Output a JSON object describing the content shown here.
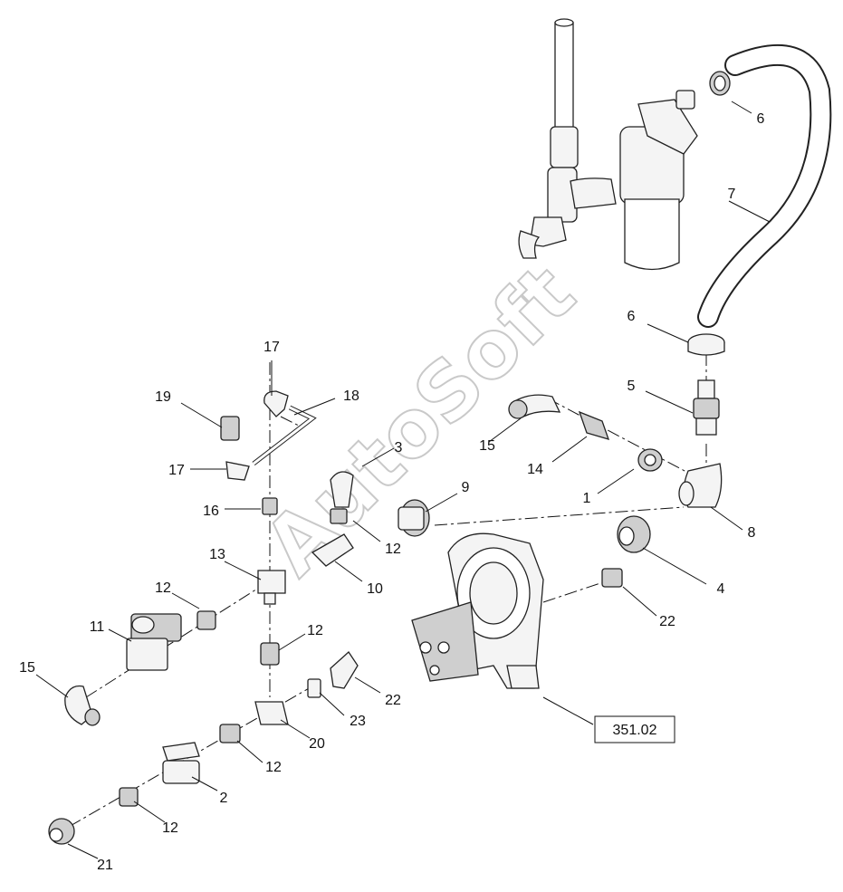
{
  "watermark": "AutoSoft",
  "reference_box": "351.02",
  "callouts": {
    "c6a": "6",
    "c7": "7",
    "c6b": "6",
    "c5": "5",
    "c17a": "17",
    "c18": "18",
    "c19": "19",
    "c3": "3",
    "c15a": "15",
    "c14": "14",
    "c17b": "17",
    "c9": "9",
    "c1": "1",
    "c8": "8",
    "c16": "16",
    "c12a": "12",
    "c13": "13",
    "c10": "10",
    "c4": "4",
    "c12b": "12",
    "c22a": "22",
    "c11": "11",
    "c12c": "12",
    "c15b": "15",
    "c22b": "22",
    "c23": "23",
    "c20": "20",
    "c12d": "12",
    "c2": "2",
    "c12e": "12",
    "c21": "21"
  }
}
